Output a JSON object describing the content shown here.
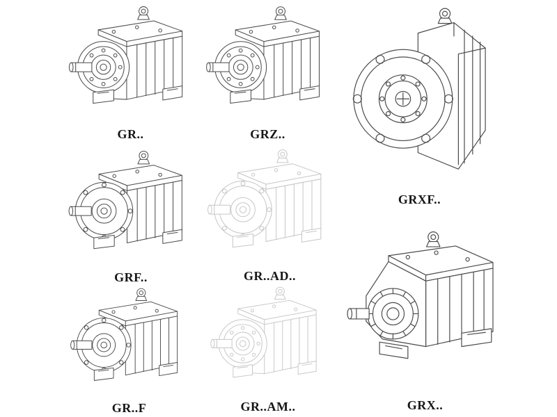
{
  "page": {
    "background": "#ffffff",
    "stroke_color": "#4a4a4a",
    "faded_stroke_color": "#c6c6c6",
    "description": "Catalog sheet of eight isometric line drawings of helical gear reducers"
  },
  "figures": [
    {
      "id": "gr",
      "label": "GR..",
      "drawing": "foot-mounted helical gear reducer, input shaft left",
      "faded": false
    },
    {
      "id": "grz",
      "label": "GRZ..",
      "drawing": "foot-mounted helical gear reducer, input shaft left",
      "faded": false
    },
    {
      "id": "grxf",
      "label": "GRXF..",
      "drawing": "flange-mounted gear reducer, large bolted flange facing viewer",
      "faded": false
    },
    {
      "id": "grf",
      "label": "GRF..",
      "drawing": "flange and foot mounted gear reducer, bolted flange on input side",
      "faded": false
    },
    {
      "id": "grad",
      "label": "GR..AD..",
      "drawing": "gear reducer with input adapter, drawn in light gray",
      "faded": true
    },
    {
      "id": "grx",
      "label": "GRX..",
      "drawing": "large foot-mounted gear reducer with ribbed round housing",
      "faded": false
    },
    {
      "id": "grff",
      "label": "GR..F",
      "drawing": "foot-mounted gear reducer with output flange",
      "faded": false
    },
    {
      "id": "gram",
      "label": "GR..AM..",
      "drawing": "gear reducer with motor adapter flange, drawn in light gray",
      "faded": true
    }
  ]
}
